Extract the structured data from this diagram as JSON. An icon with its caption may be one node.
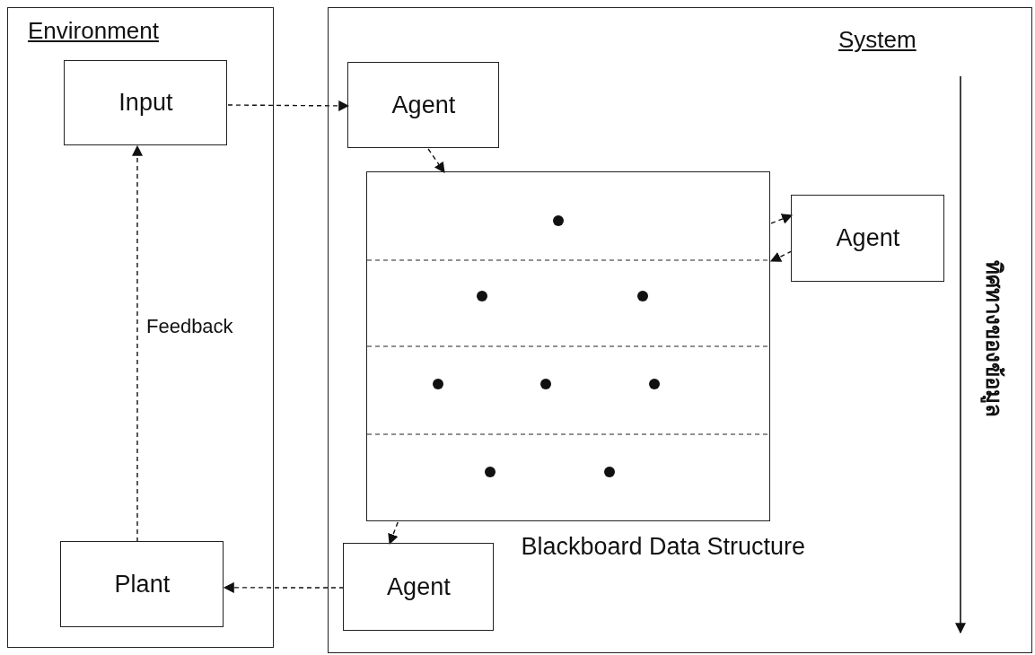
{
  "diagram": {
    "nodes": [
      {
        "text": [
          "Environment"
        ]
      },
      {
        "text": [
          "Input"
        ],
        "in": 0
      },
      {
        "text": [
          "Plant"
        ],
        "in": 0
      },
      {
        "text": [
          "System"
        ]
      },
      {
        "text": [
          "Agent"
        ],
        "in": 3
      },
      {
        "text": [
          "Blackboard Data Structure"
        ],
        "in": 3
      },
      {
        "text": [
          "Agent"
        ],
        "in": 3
      },
      {
        "text": [
          "Agent"
        ],
        "in": 3
      }
    ],
    "edges": [
      {
        "from": 1,
        "to": 4,
        "arrow": "to",
        "style": "dashed"
      },
      {
        "from": 4,
        "to": 5,
        "arrow": "to",
        "style": "dashed"
      },
      {
        "from": 5,
        "to": 6,
        "arrow": "to",
        "style": "dashed"
      },
      {
        "from": 6,
        "to": 5,
        "arrow": "to",
        "style": "dashed"
      },
      {
        "from": 5,
        "to": 7,
        "arrow": "to",
        "style": "dashed"
      },
      {
        "from": 7,
        "to": 2,
        "arrow": "to",
        "style": "dashed"
      },
      {
        "from": 2,
        "to": 1,
        "arrow": "to",
        "style": "dashed",
        "label": "Feedback"
      }
    ],
    "labels": [
      "ทิศทางของข้อมูล"
    ]
  }
}
